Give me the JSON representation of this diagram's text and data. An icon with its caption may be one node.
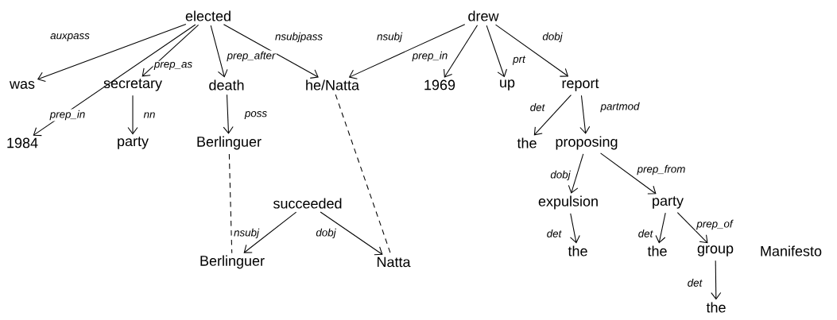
{
  "diagram": {
    "nodes": [
      {
        "text": [
          "elected"
        ]
      },
      {
        "text": [
          "was"
        ]
      },
      {
        "text": [
          "secretary"
        ]
      },
      {
        "text": [
          "death"
        ]
      },
      {
        "text": [
          "he/Natta"
        ]
      },
      {
        "text": [
          "drew"
        ]
      },
      {
        "text": [
          "1969"
        ]
      },
      {
        "text": [
          "up"
        ]
      },
      {
        "text": [
          "report"
        ]
      },
      {
        "text": [
          "1984"
        ]
      },
      {
        "text": [
          "party"
        ]
      },
      {
        "text": [
          "Berlinguer"
        ]
      },
      {
        "text": [
          "the"
        ]
      },
      {
        "text": [
          "proposing"
        ]
      },
      {
        "text": [
          "succeeded"
        ]
      },
      {
        "text": [
          "expulsion"
        ]
      },
      {
        "text": [
          "party"
        ]
      },
      {
        "text": [
          "Berlinguer"
        ]
      },
      {
        "text": [
          "Natta"
        ]
      },
      {
        "text": [
          "the"
        ]
      },
      {
        "text": [
          "the"
        ]
      },
      {
        "text": [
          "group"
        ]
      },
      {
        "text": [
          "Manifesto"
        ]
      },
      {
        "text": [
          "the"
        ]
      }
    ],
    "edges": [
      {
        "from": 0,
        "to": 1,
        "arrow": "to",
        "label": "auxpass"
      },
      {
        "from": 0,
        "to": 9,
        "arrow": "to",
        "label": "prep_in"
      },
      {
        "from": 0,
        "to": 2,
        "arrow": "to",
        "label": "prep_as"
      },
      {
        "from": 0,
        "to": 3,
        "arrow": "to",
        "label": "prep_after"
      },
      {
        "from": 0,
        "to": 4,
        "arrow": "to",
        "label": "nsubjpass"
      },
      {
        "from": 5,
        "to": 4,
        "arrow": "to",
        "label": "nsubj"
      },
      {
        "from": 5,
        "to": 6,
        "arrow": "to",
        "label": "prep_in"
      },
      {
        "from": 5,
        "to": 7,
        "arrow": "to",
        "label": "prt"
      },
      {
        "from": 5,
        "to": 8,
        "arrow": "to",
        "label": "dobj"
      },
      {
        "from": 2,
        "to": 10,
        "arrow": "to",
        "label": "nn"
      },
      {
        "from": 3,
        "to": 11,
        "arrow": "to",
        "label": "poss"
      },
      {
        "from": 8,
        "to": 12,
        "arrow": "to",
        "label": "det"
      },
      {
        "from": 8,
        "to": 13,
        "arrow": "to",
        "label": "partmod"
      },
      {
        "from": 13,
        "to": 15,
        "arrow": "to",
        "label": "dobj"
      },
      {
        "from": 13,
        "to": 16,
        "arrow": "to",
        "label": "prep_from"
      },
      {
        "from": 15,
        "to": 19,
        "arrow": "to",
        "label": "det"
      },
      {
        "from": 16,
        "to": 20,
        "arrow": "to",
        "label": "det"
      },
      {
        "from": 16,
        "to": 21,
        "arrow": "to",
        "label": "prep_of"
      },
      {
        "from": 21,
        "to": 23,
        "arrow": "to",
        "label": "det"
      },
      {
        "from": 14,
        "to": 17,
        "arrow": "to",
        "label": "nsubj"
      },
      {
        "from": 14,
        "to": 18,
        "arrow": "to",
        "label": "dobj"
      },
      {
        "from": 11,
        "to": 17,
        "arrow": "none",
        "style": "dashed"
      },
      {
        "from": 4,
        "to": 18,
        "arrow": "none",
        "style": "dashed"
      }
    ]
  }
}
